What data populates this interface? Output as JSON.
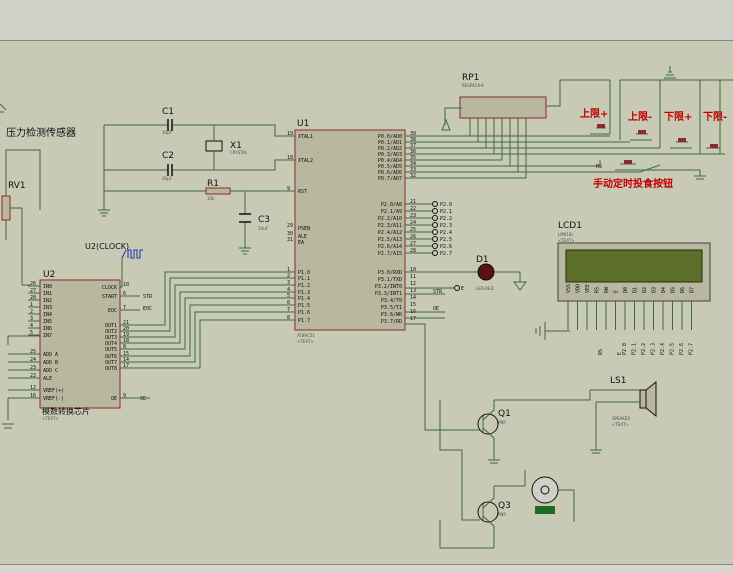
{
  "labels": {
    "pressure_sensor": "压力检测传感器",
    "rv1": "RV1",
    "u2": "U2",
    "u2_caption": "模数转换芯片",
    "u1": "U1",
    "u1_part": "AT89C51",
    "c1": "C1",
    "c2": "C2",
    "c3": "C3",
    "x1": "X1",
    "x1_part": "CRYSTAL",
    "r1": "R1",
    "r1_val": "10k",
    "c1_val": "30pF",
    "c2_val": "30pF",
    "c3_val": "20uF",
    "rp1": "RP1",
    "rp1_part": "RESPACK-8",
    "lcd1": "LCD1",
    "lcd_part": "LM016L",
    "d1": "D1",
    "d1_part": "LED-RED",
    "q1": "Q1",
    "q1_part": "PNP",
    "q3": "Q3",
    "q3_part": "PNP",
    "ls1": "LS1",
    "ls1_part": "SPEAKER",
    "text_placeholder": "<TEXT>",
    "clock_gen": "U2(CLOCK)",
    "upper_plus": "上限+",
    "upper_minus": "上限-",
    "lower_plus": "下限+",
    "lower_minus": "下限-",
    "manual_feed": "手动定时投食按钮",
    "rs": "RS",
    "e": "E",
    "str": "STR",
    "eoc": "EOC",
    "oe": "OE"
  },
  "u1_pins_left": [
    "XTAL1",
    "XTAL2",
    "RST",
    "PSEN",
    "ALE",
    "EA",
    "P1.0",
    "P1.1",
    "P1.2",
    "P1.3",
    "P1.4",
    "P1.5",
    "P1.6",
    "P1.7"
  ],
  "u1_pins_left_num": [
    "19",
    "18",
    "9",
    "29",
    "30",
    "31",
    "1",
    "2",
    "3",
    "4",
    "5",
    "6",
    "7",
    "8"
  ],
  "u1_pins_right": [
    "P0.0/AD0",
    "P0.1/AD1",
    "P0.2/AD2",
    "P0.3/AD3",
    "P0.4/AD4",
    "P0.5/AD5",
    "P0.6/AD6",
    "P0.7/AD7",
    "P2.0/A8",
    "P2.1/A9",
    "P2.2/A10",
    "P2.3/A11",
    "P2.4/A12",
    "P2.5/A13",
    "P2.6/A14",
    "P2.7/A15",
    "P3.0/RXD",
    "P3.1/TXD",
    "P3.2/INT0",
    "P3.3/INT1",
    "P3.4/T0",
    "P3.5/T1",
    "P3.6/WR",
    "P3.7/RD"
  ],
  "u1_pins_right_num": [
    "39",
    "38",
    "37",
    "36",
    "35",
    "34",
    "33",
    "32",
    "21",
    "22",
    "23",
    "24",
    "25",
    "26",
    "27",
    "28",
    "10",
    "11",
    "12",
    "13",
    "14",
    "15",
    "16",
    "17"
  ],
  "p2_labels": [
    "P2.0",
    "P2.1",
    "P2.2",
    "P2.3",
    "P2.4",
    "P2.5",
    "P2.6",
    "P2.7"
  ],
  "u2_pins_left": [
    "IN0",
    "IN1",
    "IN2",
    "IN3",
    "IN4",
    "IN5",
    "IN6",
    "IN7",
    "ADD A",
    "ADD B",
    "ADD C",
    "ALE",
    "VREF(+)",
    "VREF(-)"
  ],
  "u2_pins_left_num": [
    "26",
    "27",
    "28",
    "1",
    "2",
    "3",
    "4",
    "5",
    "25",
    "24",
    "23",
    "22",
    "12",
    "16"
  ],
  "u2_pins_right": [
    "CLOCK",
    "START",
    "EOC",
    "OUT1",
    "OUT2",
    "OUT3",
    "OUT4",
    "OUT5",
    "OUT6",
    "OUT7",
    "OUT8",
    "OE"
  ],
  "u2_pins_right_num": [
    "10",
    "6",
    "7",
    "21",
    "20",
    "19",
    "18",
    "8",
    "15",
    "14",
    "17",
    "9"
  ],
  "lcd_pins": [
    "VSS",
    "VDD",
    "VEE",
    "RS",
    "RW",
    "E",
    "D0",
    "D1",
    "D2",
    "D3",
    "D4",
    "D5",
    "D6",
    "D7"
  ],
  "lcd_bottom_labels": [
    "RS",
    "E",
    "P2.0",
    "P2.1",
    "P2.2",
    "P2.3",
    "P2.4",
    "P2.5",
    "P2.6",
    "P2.7"
  ]
}
